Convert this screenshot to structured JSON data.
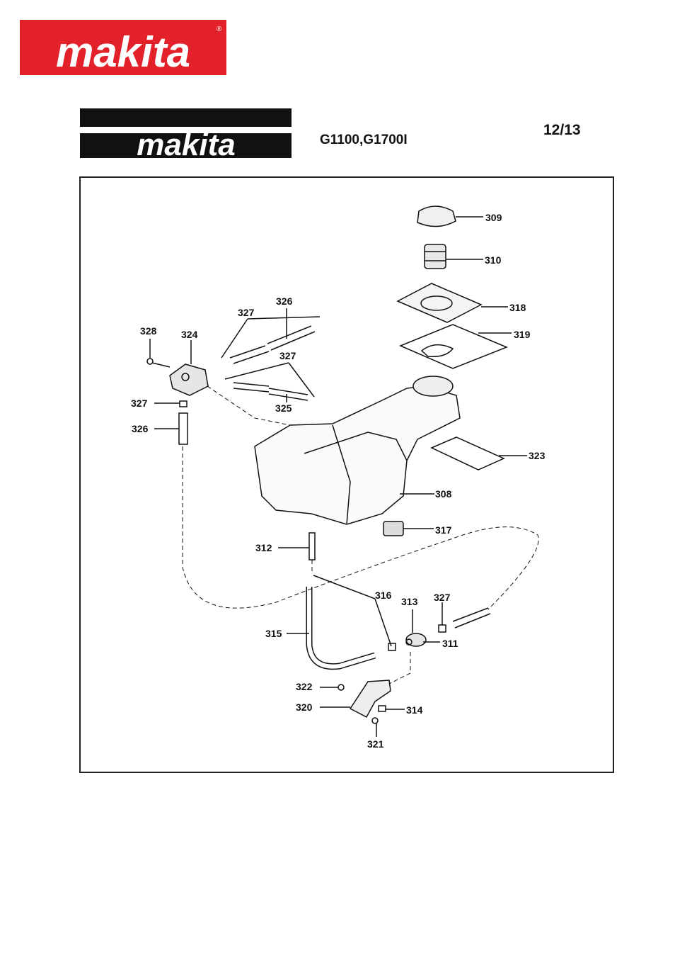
{
  "brand": {
    "name": "makita",
    "registered_mark": "®",
    "color": "#e3212a"
  },
  "header": {
    "model": "G1100,G1700I",
    "page": "12/13"
  },
  "parts": [
    {
      "id": "p309",
      "label": "309"
    },
    {
      "id": "p310",
      "label": "310"
    },
    {
      "id": "p318",
      "label": "318"
    },
    {
      "id": "p319",
      "label": "319"
    },
    {
      "id": "p326a",
      "label": "326"
    },
    {
      "id": "p327a",
      "label": "327"
    },
    {
      "id": "p328",
      "label": "328"
    },
    {
      "id": "p324",
      "label": "324"
    },
    {
      "id": "p327b",
      "label": "327"
    },
    {
      "id": "p325",
      "label": "325"
    },
    {
      "id": "p327c",
      "label": "327"
    },
    {
      "id": "p326b",
      "label": "326"
    },
    {
      "id": "p323",
      "label": "323"
    },
    {
      "id": "p308",
      "label": "308"
    },
    {
      "id": "p317",
      "label": "317"
    },
    {
      "id": "p312",
      "label": "312"
    },
    {
      "id": "p316",
      "label": "316"
    },
    {
      "id": "p313",
      "label": "313"
    },
    {
      "id": "p327d",
      "label": "327"
    },
    {
      "id": "p315",
      "label": "315"
    },
    {
      "id": "p311",
      "label": "311"
    },
    {
      "id": "p322",
      "label": "322"
    },
    {
      "id": "p320",
      "label": "320"
    },
    {
      "id": "p314",
      "label": "314"
    },
    {
      "id": "p321",
      "label": "321"
    }
  ]
}
